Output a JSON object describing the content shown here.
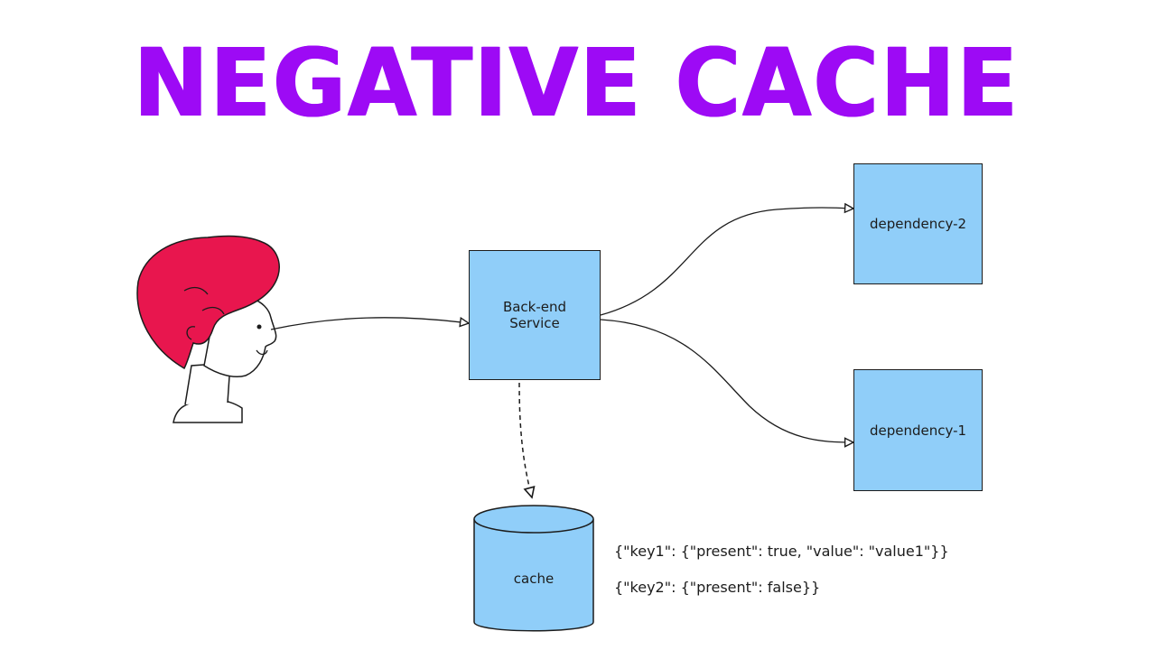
{
  "title": "NEGATIVE CACHE",
  "nodes": {
    "service": "Back-end Service",
    "dependency_2": "dependency-2",
    "dependency_1": "dependency-1",
    "cache": "cache"
  },
  "cache_entries": [
    "{\"key1\": {\"present\": true, \"value\": \"value1\"}}",
    "{\"key2\": {\"present\": false}}"
  ],
  "colors": {
    "title": "#9d0af5",
    "box_fill": "#90cef9",
    "hair": "#e8164e",
    "stroke": "#1c1c1c"
  }
}
